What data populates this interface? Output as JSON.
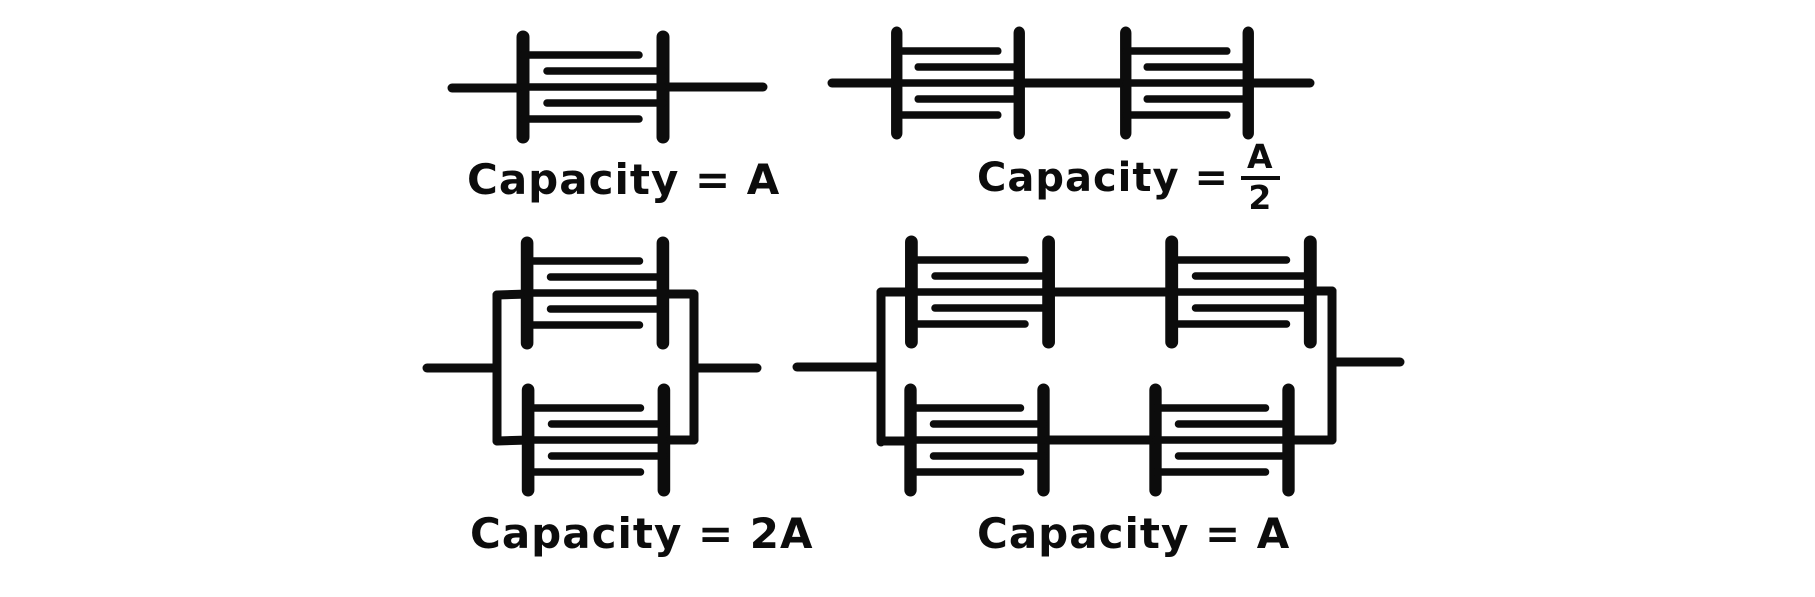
{
  "page": {
    "background": "#ffffff",
    "ink": "#0c0c0c"
  },
  "figures": [
    {
      "id": "single-capacitor",
      "caption": "Capacity = A"
    },
    {
      "id": "two-in-series",
      "caption_prefix": "Capacity =",
      "fraction": {
        "numerator": "A",
        "denominator": "2"
      }
    },
    {
      "id": "two-in-parallel",
      "caption": "Capacity = 2A"
    },
    {
      "id": "four-series-parallel",
      "caption": "Capacity = A"
    }
  ]
}
